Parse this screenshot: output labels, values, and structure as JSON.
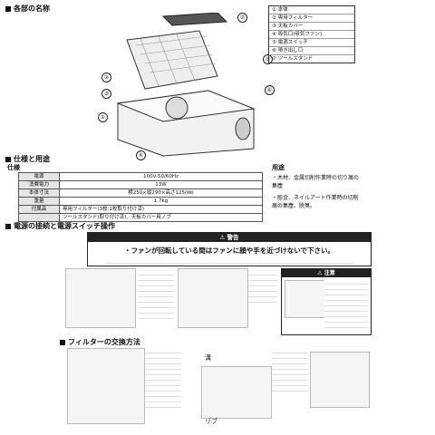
{
  "sections": {
    "parts_title": "各部の名称",
    "specs_title": "仕様と用途",
    "power_title": "電源の接続と電源スイッチ操作",
    "filter_title": "フィルターの交換方法"
  },
  "parts_legend": [
    {
      "num": "①",
      "label": "本体"
    },
    {
      "num": "②",
      "label": "専用フィルター"
    },
    {
      "num": "③",
      "label": "天板カバー"
    },
    {
      "num": "④",
      "label": "吸気口(吸気ファン)"
    },
    {
      "num": "⑤",
      "label": "電源スイッチ"
    },
    {
      "num": "⑥",
      "label": "噴き出し口"
    },
    {
      "num": "⑦",
      "label": "ツールスタンド"
    }
  ],
  "callouts": [
    "①",
    "②",
    "③",
    "④",
    "⑤",
    "⑥",
    "⑦"
  ],
  "specs": {
    "heading": "仕様",
    "rows": [
      {
        "k": "電源",
        "v": "100V-50/60Hz"
      },
      {
        "k": "消費電力",
        "v": "13W"
      },
      {
        "k": "本体寸法",
        "v": "横250×縦290×高さ125(㎜)"
      },
      {
        "k": "重量",
        "v": "1.7kg"
      },
      {
        "k": "付属品",
        "v": "専用フィルター(3枚:1枚取り付け済)"
      },
      {
        "k": "",
        "v": "ツールスタンド(取り付け済)、天板カバー用ノブ"
      }
    ]
  },
  "uses": {
    "heading": "用途",
    "items": [
      "・木材、金属切削作業時の切り屑の集塵",
      "・彫金、ネイルアート作業時の切削屑の集塵、脱臭。"
    ]
  },
  "warning": {
    "bar": "警告",
    "main": "・ファンが回転している間はファンに顔や手を近づけないで下さい。"
  },
  "caution": {
    "bar": "注意"
  },
  "filter_labels": {
    "groove": "溝",
    "rib": "リブ"
  }
}
